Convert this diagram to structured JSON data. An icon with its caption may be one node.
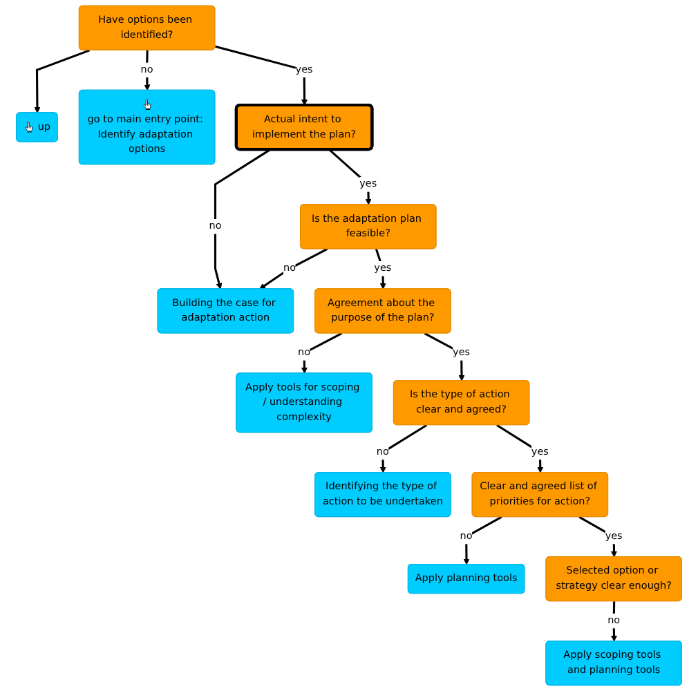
{
  "diagram": {
    "nodes": [
      {
        "text": [
          "up"
        ]
      },
      {
        "text": [
          "Have options been identified?"
        ]
      },
      {
        "text": [
          "go to main entry point: Identify adaptation options"
        ]
      },
      {
        "text": [
          "Actual intent to implement the plan?"
        ]
      },
      {
        "text": [
          "Building the case for adaptation action"
        ]
      },
      {
        "text": [
          "Is the adaptation plan feasible?"
        ]
      },
      {
        "text": [
          "Agreement about the purpose of the plan?"
        ]
      },
      {
        "text": [
          "Apply tools for scoping / understanding complexity"
        ]
      },
      {
        "text": [
          "Is the type of action clear and agreed?"
        ]
      },
      {
        "text": [
          "Identifying the type of action to be undertaken"
        ]
      },
      {
        "text": [
          "Clear and agreed list of priorities for action?"
        ]
      },
      {
        "text": [
          "Apply planning tools"
        ]
      },
      {
        "text": [
          "Selected option or strategy clear enough?"
        ]
      },
      {
        "text": [
          "Apply scoping tools and planning tools"
        ]
      }
    ],
    "edges": [
      {
        "from": 1,
        "to": 0,
        "arrow": "to"
      },
      {
        "from": 1,
        "to": 3,
        "arrow": "to",
        "label": "yes"
      },
      {
        "from": 1,
        "to": 2,
        "arrow": "to",
        "label": "no"
      },
      {
        "from": 3,
        "to": 4,
        "arrow": "to",
        "label": "no"
      },
      {
        "from": 3,
        "to": 5,
        "arrow": "to",
        "label": "yes"
      },
      {
        "from": 5,
        "to": 4,
        "arrow": "to",
        "label": "no"
      },
      {
        "from": 5,
        "to": 6,
        "arrow": "to",
        "label": "yes"
      },
      {
        "from": 6,
        "to": 7,
        "arrow": "to",
        "label": "no"
      },
      {
        "from": 6,
        "to": 8,
        "arrow": "to",
        "label": "yes"
      },
      {
        "from": 8,
        "to": 9,
        "arrow": "to",
        "label": "no"
      },
      {
        "from": 8,
        "to": 10,
        "arrow": "to",
        "label": "yes"
      },
      {
        "from": 10,
        "to": 11,
        "arrow": "to",
        "label": "no"
      },
      {
        "from": 10,
        "to": 12,
        "arrow": "to",
        "label": "yes"
      },
      {
        "from": 12,
        "to": 13,
        "arrow": "to",
        "label": "no"
      }
    ]
  }
}
